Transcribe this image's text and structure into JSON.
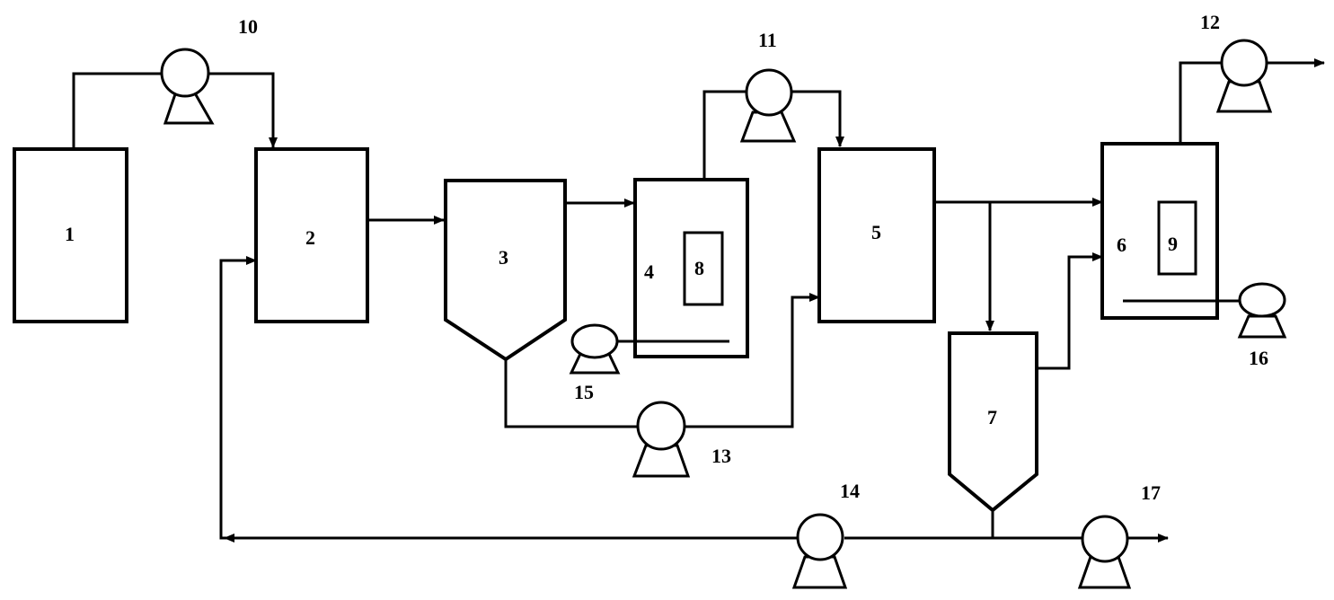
{
  "labels": {
    "unit_1": "1",
    "unit_2": "2",
    "unit_3": "3",
    "unit_4": "4",
    "unit_5": "5",
    "unit_6": "6",
    "unit_7": "7",
    "unit_8": "8",
    "unit_9": "9",
    "pump_10": "10",
    "pump_11": "11",
    "pump_12": "12",
    "pump_13": "13",
    "pump_14": "14",
    "blower_15": "15",
    "blower_16": "16",
    "pump_17": "17"
  }
}
